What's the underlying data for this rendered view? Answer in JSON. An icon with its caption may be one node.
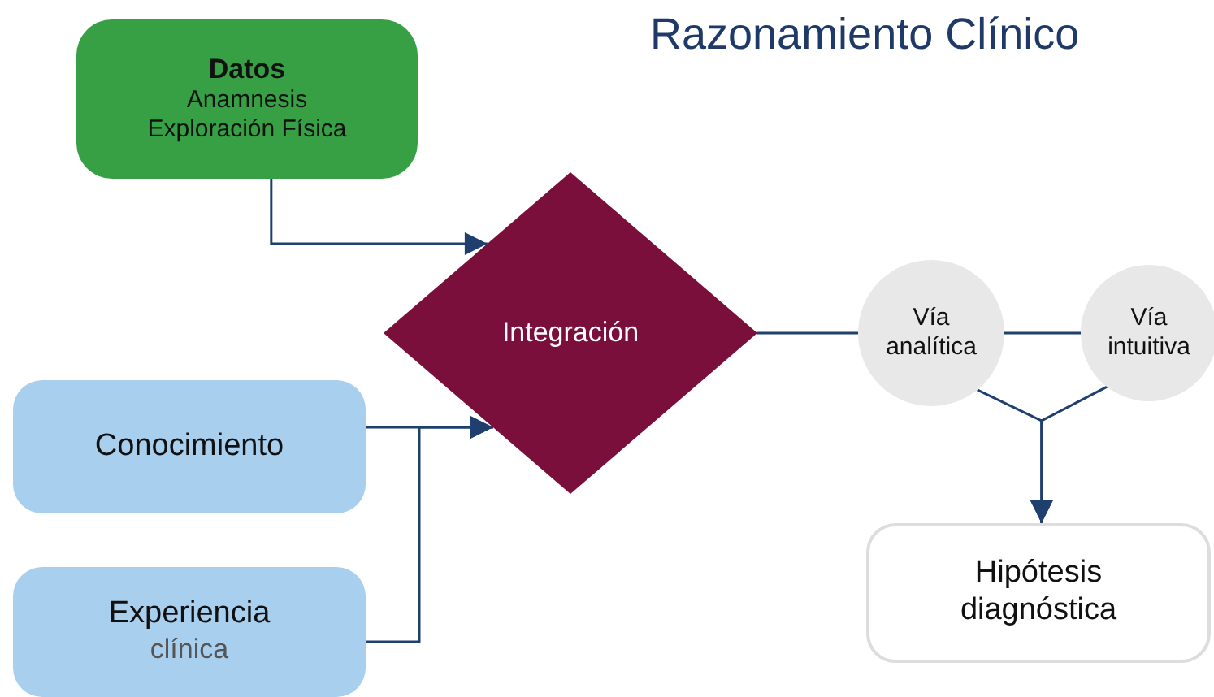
{
  "diagram": {
    "title": "Razonamiento Clínico",
    "nodes": [
      {
        "text": [
          "Datos",
          "Anamnesis Exploración Física"
        ]
      },
      {
        "text": [
          "Integración"
        ]
      },
      {
        "text": [
          "Conocimiento"
        ]
      },
      {
        "text": [
          "Experiencia",
          "clínica"
        ]
      },
      {
        "text": [
          "Vía analítica"
        ]
      },
      {
        "text": [
          "Vía intuitiva"
        ]
      },
      {
        "text": [
          "Hipótesis diagnóstica"
        ]
      }
    ],
    "edges": [
      {
        "from": 0,
        "to": 1,
        "arrow": "to"
      },
      {
        "from": 2,
        "to": 1,
        "arrow": "to"
      },
      {
        "from": 3,
        "to": 1,
        "arrow": "to"
      },
      {
        "from": 1,
        "to": 4,
        "arrow": "none"
      },
      {
        "from": 4,
        "to": 5,
        "arrow": "none"
      },
      {
        "from": 4,
        "to": 6,
        "arrow": "to"
      },
      {
        "from": 5,
        "to": 6,
        "arrow": "to"
      }
    ]
  }
}
